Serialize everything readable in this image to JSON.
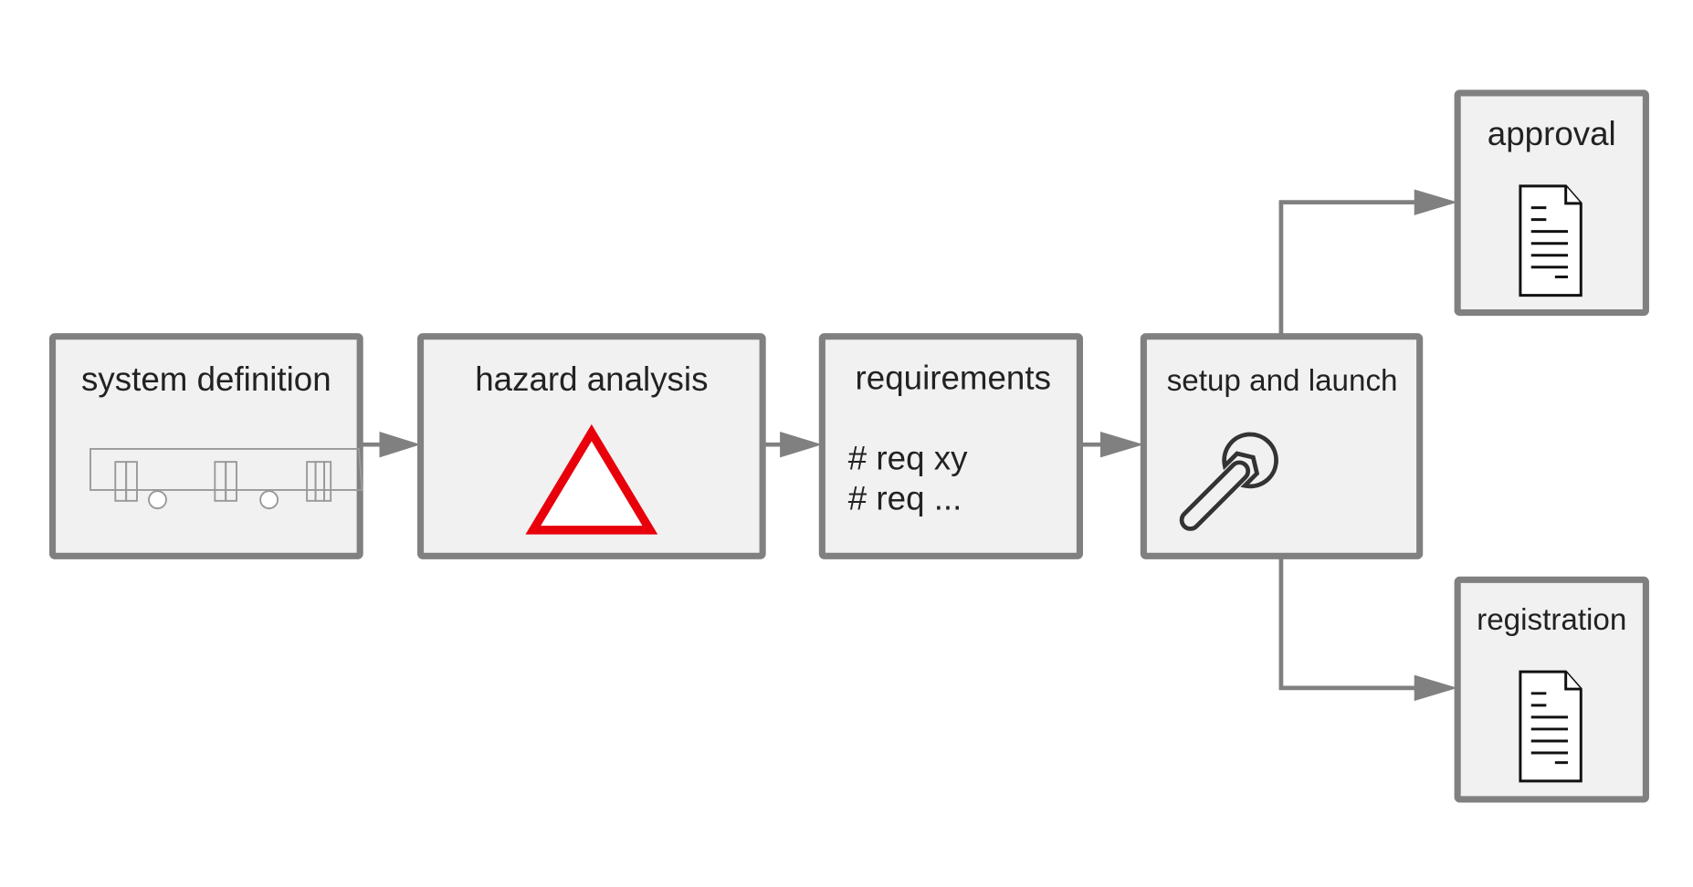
{
  "diagram": {
    "nodes": [
      {
        "id": "system-definition",
        "label": "system definition",
        "icon": "bus-icon"
      },
      {
        "id": "hazard-analysis",
        "label": "hazard analysis",
        "icon": "warning-triangle-icon"
      },
      {
        "id": "requirements",
        "label": "requirements",
        "lines": [
          "# req xy",
          "# req ..."
        ]
      },
      {
        "id": "setup-and-launch",
        "label": "setup and launch",
        "icon": "wrench-icon"
      },
      {
        "id": "approval",
        "label": "approval",
        "icon": "document-icon"
      },
      {
        "id": "registration",
        "label": "registration",
        "icon": "document-icon"
      }
    ],
    "edges": [
      {
        "from": "system-definition",
        "to": "hazard-analysis"
      },
      {
        "from": "hazard-analysis",
        "to": "requirements"
      },
      {
        "from": "requirements",
        "to": "setup-and-launch"
      },
      {
        "from": "setup-and-launch",
        "to": "approval"
      },
      {
        "from": "setup-and-launch",
        "to": "registration"
      }
    ],
    "colors": {
      "border": "#808080",
      "fill": "#f1f1f1",
      "warning": "#e8000b"
    }
  }
}
